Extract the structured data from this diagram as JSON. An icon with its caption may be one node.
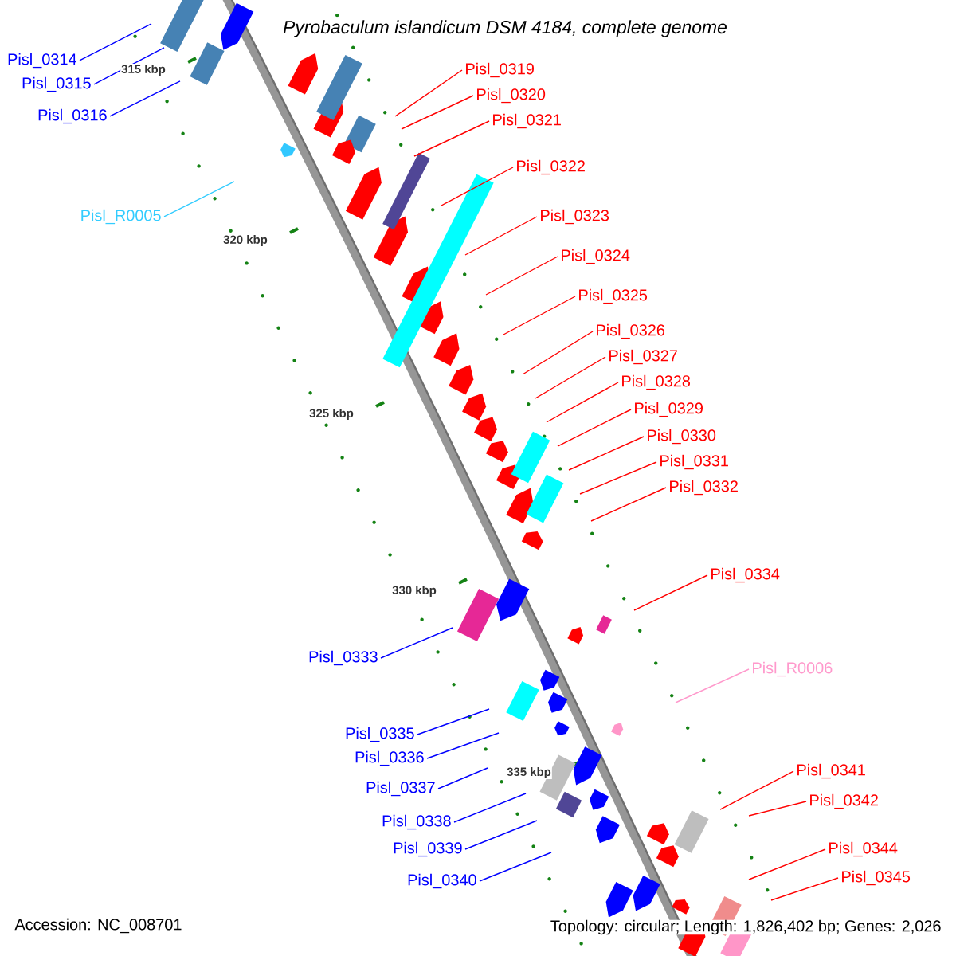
{
  "diagram": {
    "title": "Pyrobaculum islandicum DSM 4184, complete genome",
    "nodes": [
      {
        "text": [
          "Pisl_0314"
        ]
      },
      {
        "text": [
          "Pisl_0319"
        ]
      },
      {
        "text": [
          "Pisl_0315"
        ]
      },
      {
        "text": [
          "Pisl_0320"
        ]
      },
      {
        "text": [
          "Pisl_0316"
        ]
      },
      {
        "text": [
          "Pisl_0321"
        ]
      },
      {
        "text": [
          "Pisl_0322"
        ]
      },
      {
        "text": [
          "Pisl_R0005"
        ]
      },
      {
        "text": [
          "Pisl_0323"
        ]
      },
      {
        "text": [
          "Pisl_0324"
        ]
      },
      {
        "text": [
          "Pisl_0325"
        ]
      },
      {
        "text": [
          "Pisl_0326"
        ]
      },
      {
        "text": [
          "Pisl_0327"
        ]
      },
      {
        "text": [
          "Pisl_0328"
        ]
      },
      {
        "text": [
          "Pisl_0329"
        ]
      },
      {
        "text": [
          "Pisl_0330"
        ]
      },
      {
        "text": [
          "Pisl_0331"
        ]
      },
      {
        "text": [
          "Pisl_0332"
        ]
      },
      {
        "text": [
          "Pisl_0334"
        ]
      },
      {
        "text": [
          "Pisl_0333"
        ]
      },
      {
        "text": [
          "Pisl_R0006"
        ]
      },
      {
        "text": [
          "Pisl_0335"
        ]
      },
      {
        "text": [
          "Pisl_0336"
        ]
      },
      {
        "text": [
          "Pisl_0341"
        ]
      },
      {
        "text": [
          "Pisl_0337"
        ]
      },
      {
        "text": [
          "Pisl_0342"
        ]
      },
      {
        "text": [
          "Pisl_0338"
        ]
      },
      {
        "text": [
          "Pisl_0339"
        ]
      },
      {
        "text": [
          "Pisl_0344"
        ]
      },
      {
        "text": [
          "Pisl_0340"
        ]
      },
      {
        "text": [
          "Pisl_0345"
        ]
      }
    ],
    "edges": [
      {
        "from": 0,
        "to": null,
        "arrow": "none",
        "color": "#0000ff"
      },
      {
        "from": 1,
        "to": null,
        "arrow": "none",
        "color": "#ff0000"
      },
      {
        "from": 2,
        "to": null,
        "arrow": "none",
        "color": "#0000ff"
      },
      {
        "from": 3,
        "to": null,
        "arrow": "none",
        "color": "#ff0000"
      },
      {
        "from": 4,
        "to": null,
        "arrow": "none",
        "color": "#0000ff"
      },
      {
        "from": 5,
        "to": null,
        "arrow": "none",
        "color": "#ff0000"
      },
      {
        "from": 6,
        "to": null,
        "arrow": "none",
        "color": "#ff0000"
      },
      {
        "from": 7,
        "to": null,
        "arrow": "none",
        "color": "#33ccff"
      },
      {
        "from": 8,
        "to": null,
        "arrow": "none",
        "color": "#ff0000"
      },
      {
        "from": 9,
        "to": null,
        "arrow": "none",
        "color": "#ff0000"
      },
      {
        "from": 10,
        "to": null,
        "arrow": "none",
        "color": "#ff0000"
      },
      {
        "from": 11,
        "to": null,
        "arrow": "none",
        "color": "#ff0000"
      },
      {
        "from": 12,
        "to": null,
        "arrow": "none",
        "color": "#ff0000"
      },
      {
        "from": 13,
        "to": null,
        "arrow": "none",
        "color": "#ff0000"
      },
      {
        "from": 14,
        "to": null,
        "arrow": "none",
        "color": "#ff0000"
      },
      {
        "from": 15,
        "to": null,
        "arrow": "none",
        "color": "#ff0000"
      },
      {
        "from": 16,
        "to": null,
        "arrow": "none",
        "color": "#ff0000"
      },
      {
        "from": 17,
        "to": null,
        "arrow": "none",
        "color": "#ff0000"
      },
      {
        "from": 18,
        "to": null,
        "arrow": "none",
        "color": "#ff0000"
      },
      {
        "from": 19,
        "to": null,
        "arrow": "none",
        "color": "#0000ff"
      },
      {
        "from": 20,
        "to": null,
        "arrow": "none",
        "color": "#ff99cc"
      },
      {
        "from": 21,
        "to": null,
        "arrow": "none",
        "color": "#0000ff"
      },
      {
        "from": 22,
        "to": null,
        "arrow": "none",
        "color": "#0000ff"
      },
      {
        "from": 23,
        "to": null,
        "arrow": "none",
        "color": "#ff0000"
      },
      {
        "from": 24,
        "to": null,
        "arrow": "none",
        "color": "#0000ff"
      },
      {
        "from": 25,
        "to": null,
        "arrow": "none",
        "color": "#ff0000"
      },
      {
        "from": 26,
        "to": null,
        "arrow": "none",
        "color": "#0000ff"
      },
      {
        "from": 27,
        "to": null,
        "arrow": "none",
        "color": "#0000ff"
      },
      {
        "from": 28,
        "to": null,
        "arrow": "none",
        "color": "#ff0000"
      },
      {
        "from": 29,
        "to": null,
        "arrow": "none",
        "color": "#0000ff"
      },
      {
        "from": 30,
        "to": null,
        "arrow": "none",
        "color": "#ff0000"
      }
    ],
    "labels": [
      "315 kbp",
      "320 kbp",
      "325 kbp",
      "330 kbp",
      "335 kbp",
      "Accession: NC_008701",
      "Topology: circular; Length: 1,826,402 bp; Genes: 2,026"
    ]
  }
}
